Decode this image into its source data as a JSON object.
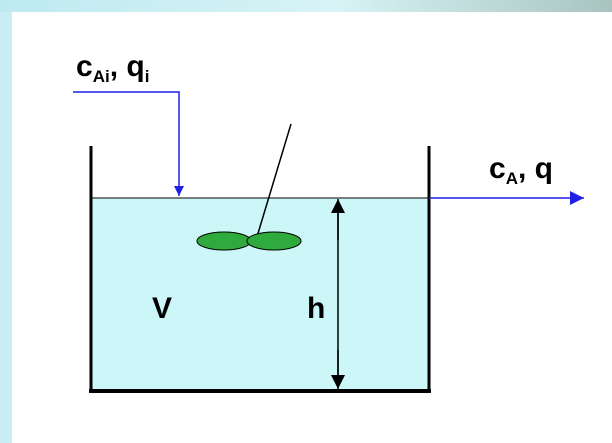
{
  "colors": {
    "background": "#ffffff",
    "frame_band": "#c8eef3",
    "liquid": "#cdf6f9",
    "flow_arrows": "#1f1fe6",
    "impeller": "#2eab3c",
    "tank_walls": "#000000"
  },
  "diagram": {
    "inlet_label": {
      "main": "c",
      "sub": "Ai",
      "rest": ", q",
      "rest_sub": "i"
    },
    "outlet_label": {
      "main": "c",
      "sub": "A",
      "rest": ", q"
    },
    "volume_label": "V",
    "height_label": "h"
  },
  "icons": {
    "impeller": "impeller-icon",
    "inlet_arrow": "arrow-down-icon",
    "outlet_arrow": "arrow-right-icon",
    "height_arrow": "double-arrow-vertical-icon"
  }
}
